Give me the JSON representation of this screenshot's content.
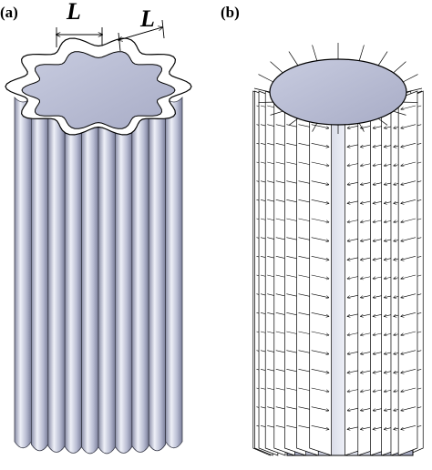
{
  "panels": {
    "a": {
      "label": "(a)",
      "dimension_labels": [
        "L",
        "L"
      ],
      "flute_count": 10
    },
    "b": {
      "label": "(b)",
      "fin_count": 16,
      "arrow_rows": 18
    }
  },
  "colors": {
    "surface_light": "#eef0f8",
    "surface_mid": "#b4b8d0",
    "surface_dark": "#7a7e9a",
    "line": "#000000"
  }
}
